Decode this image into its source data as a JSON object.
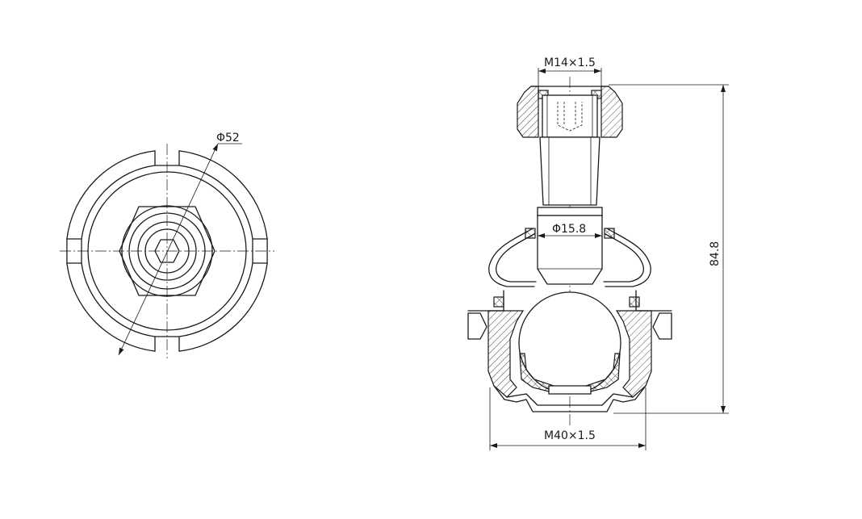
{
  "dimensions": {
    "thread_top": "M14×1.5",
    "shank_diameter": "Φ15.8",
    "thread_bottom": "M40×1.5",
    "overall_height": "84.8",
    "outer_diameter": "Φ52"
  },
  "colors": {
    "line": "#1a1a1a",
    "background": "#ffffff"
  }
}
